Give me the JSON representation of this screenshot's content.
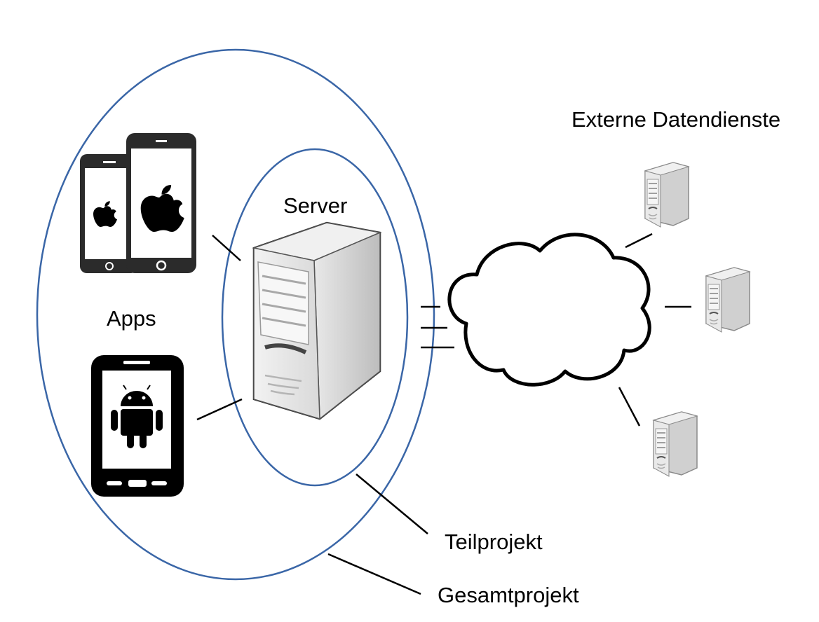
{
  "labels": {
    "externe": "Externe Datendienste",
    "server": "Server",
    "apps": "Apps",
    "teilprojekt": "Teilprojekt",
    "gesamtprojekt": "Gesamtprojekt"
  },
  "colors": {
    "ellipse_stroke": "#3a66a7",
    "line": "#000000",
    "phone_dark": "#2b2b2b",
    "android_black": "#000000",
    "server_light": "#e6e6e6",
    "server_side": "#cfcfcf"
  },
  "icons": [
    "ios-phone-icon",
    "android-phone-icon",
    "server-tower-icon",
    "cloud-icon",
    "external-server-icon"
  ]
}
